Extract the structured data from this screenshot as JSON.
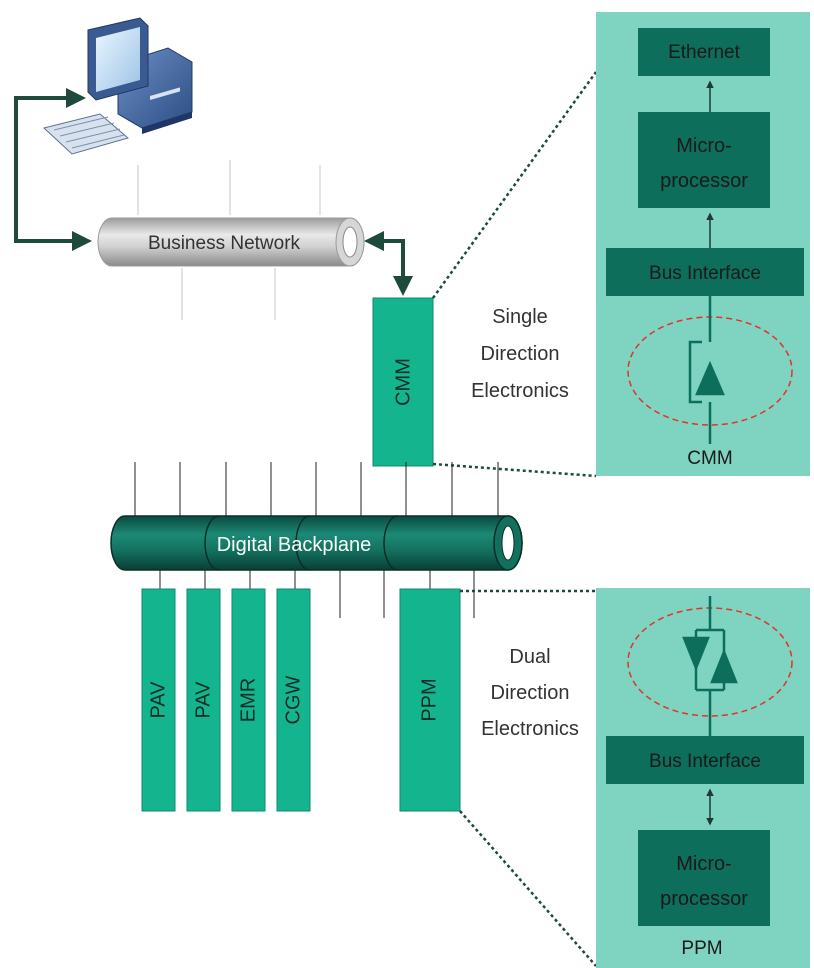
{
  "network": {
    "label": "Business Network"
  },
  "backplane": {
    "label": "Digital Backplane"
  },
  "modules": {
    "cmm": "CMM",
    "pav1": "PAV",
    "pav2": "PAV",
    "emr": "EMR",
    "cgw": "CGW",
    "ppm": "PPM"
  },
  "single_direction": {
    "line1": "Single",
    "line2": "Direction",
    "line3": "Electronics"
  },
  "dual_direction": {
    "line1": "Dual",
    "line2": "Direction",
    "line3": "Electronics"
  },
  "cmm_panel": {
    "ethernet": "Ethernet",
    "micro_line1": "Micro-",
    "micro_line2": "processor",
    "bus_interface": "Bus Interface",
    "caption": "CMM"
  },
  "ppm_panel": {
    "bus_interface": "Bus Interface",
    "micro_line1": "Micro-",
    "micro_line2": "processor",
    "caption": "PPM"
  },
  "colors": {
    "panel_bg": "#7ed3c1",
    "dark_box": "#0e6e5c",
    "module_green": "#14b48f",
    "backplane": "#136f5e",
    "arrow": "#1d4a3c",
    "dashed_circle": "#e4322b"
  }
}
